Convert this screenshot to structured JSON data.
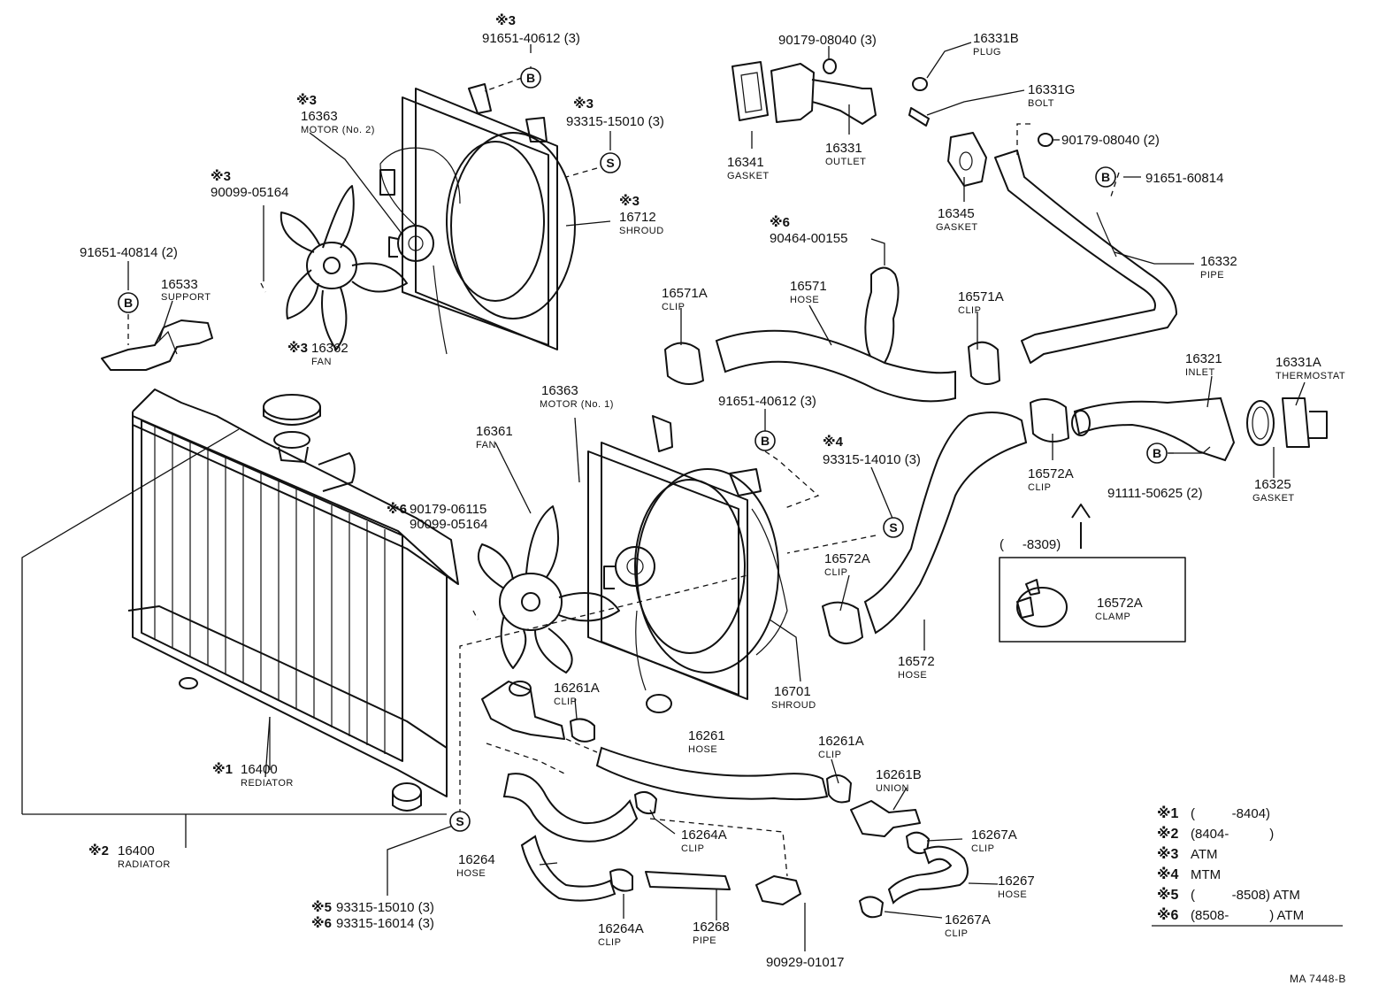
{
  "drawing_code": "MA 7448-B",
  "callouts": {
    "c01": {
      "mark": "※3",
      "pn": "91651-40612 (3)"
    },
    "c02": {
      "mark": "※3",
      "pn": "16363",
      "name": "MOTOR (No. 2)"
    },
    "c03": {
      "mark": "※3",
      "pn": "93315-15010 (3)"
    },
    "c04": {
      "mark": "※3",
      "pn": "16712",
      "name": "SHROUD"
    },
    "c05": {
      "mark": "※3",
      "pn": "90099-05164"
    },
    "c06": {
      "pn": "91651-40814 (2)"
    },
    "c07": {
      "pn": "16533",
      "name": "SUPPORT"
    },
    "c08": {
      "mark": "※3",
      "pn": "16362",
      "name": "FAN"
    },
    "c09": {
      "pn": "90179-08040 (3)"
    },
    "c10": {
      "pn": "16331B",
      "name": "PLUG"
    },
    "c11": {
      "pn": "16331G",
      "name": "BOLT"
    },
    "c12": {
      "pn": "16341",
      "name": "GASKET"
    },
    "c13": {
      "pn": "16331",
      "name": "OUTLET"
    },
    "c14": {
      "pn": "90179-08040 (2)"
    },
    "c15": {
      "pn": "91651-60814"
    },
    "c16": {
      "pn": "16345",
      "name": "GASKET"
    },
    "c17": {
      "mark": "※6",
      "pn": "90464-00155"
    },
    "c18": {
      "pn": "16332",
      "name": "PIPE"
    },
    "c19": {
      "pn": "16571A",
      "name": "CLIP"
    },
    "c20": {
      "pn": "16571",
      "name": "HOSE"
    },
    "c21": {
      "pn": "16571A",
      "name": "CLIP"
    },
    "c22": {
      "pn": "16321",
      "name": "INLET"
    },
    "c23": {
      "pn": "16331A",
      "name": "THERMOSTAT"
    },
    "c24": {
      "pn": "16363",
      "name": "MOTOR (No. 1)"
    },
    "c25": {
      "pn": "16361",
      "name": "FAN"
    },
    "c26": {
      "pn": "91651-40612 (3)"
    },
    "c27": {
      "mark": "※4",
      "pn": "93315-14010 (3)"
    },
    "c28": {
      "pn": "16572A",
      "name": "CLIP"
    },
    "c29": {
      "pn": "91111-50625 (2)"
    },
    "c30": {
      "pn": "16325",
      "name": "GASKET"
    },
    "c31": {
      "mark": "※6",
      "pn": "90179-06115"
    },
    "c32": {
      "pn": "90099-05164"
    },
    "c33": {
      "pn": "16572A",
      "name": "CLIP"
    },
    "c34": {
      "pn": "(     -8309)"
    },
    "c35": {
      "pn": "16572A",
      "name": "CLAMP"
    },
    "c36": {
      "pn": "16572",
      "name": "HOSE"
    },
    "c37": {
      "pn": "16701",
      "name": "SHROUD"
    },
    "c38": {
      "pn": "16261A",
      "name": "CLIP"
    },
    "c39": {
      "pn": "16261",
      "name": "HOSE"
    },
    "c40": {
      "pn": "16261A",
      "name": "CLIP"
    },
    "c41": {
      "mark": "※1",
      "pn": "16400",
      "name": "REDIATOR"
    },
    "c42": {
      "pn": "16261B",
      "name": "UNION"
    },
    "c43": {
      "pn": "16267A",
      "name": "CLIP"
    },
    "c44": {
      "pn": "16264A",
      "name": "CLIP"
    },
    "c45": {
      "mark": "※2",
      "pn": "16400",
      "name": "RADIATOR"
    },
    "c46": {
      "pn": "16264",
      "name": "HOSE"
    },
    "c47": {
      "pn": "16267",
      "name": "HOSE"
    },
    "c48": {
      "mark": "※5",
      "pn": "93315-15010 (3)"
    },
    "c49": {
      "mark": "※6",
      "pn": "93315-16014 (3)"
    },
    "c50": {
      "pn": "16264A",
      "name": "CLIP"
    },
    "c51": {
      "pn": "16268",
      "name": "PIPE"
    },
    "c52": {
      "pn": "16267A",
      "name": "CLIP"
    },
    "c53": {
      "pn": "90929-01017"
    }
  },
  "bubbles": {
    "b1": "B",
    "b2": "S",
    "b3": "B",
    "b4": "B",
    "b5": "B",
    "b6": "S",
    "b7": "B",
    "b8": "S"
  },
  "legend": [
    {
      "mark": "※1",
      "text": "(          -8404)"
    },
    {
      "mark": "※2",
      "text": "(8404-           )"
    },
    {
      "mark": "※3",
      "text": "ATM"
    },
    {
      "mark": "※4",
      "text": "MTM"
    },
    {
      "mark": "※5",
      "text": "(          -8508) ATM"
    },
    {
      "mark": "※6",
      "text": "(8508-           ) ATM"
    }
  ]
}
